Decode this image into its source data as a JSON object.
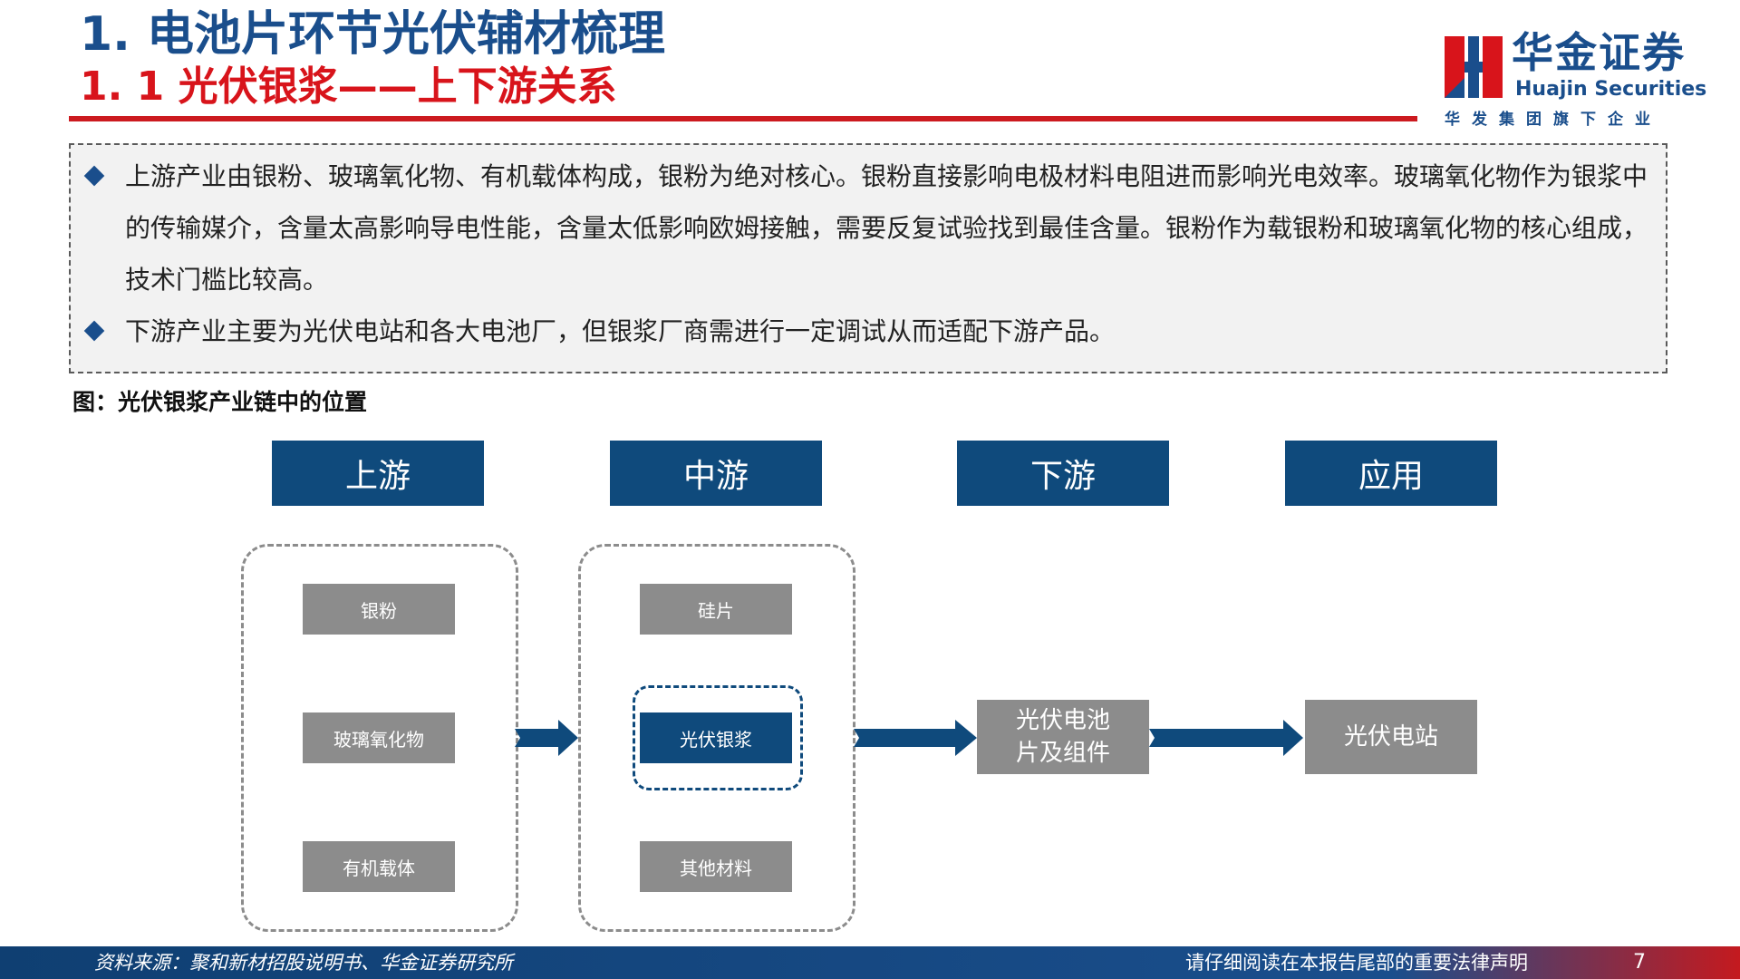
{
  "header": {
    "title": "1. 电池片环节光伏辅材梳理",
    "subtitle": "1. 1  光伏银浆——上下游关系"
  },
  "logo": {
    "name_cn": "华金证券",
    "name_en": "Huajin Securities",
    "tagline": "华发集团旗下企业",
    "color_blue": "#1a4e8c",
    "color_red": "#d8141b"
  },
  "summary": {
    "bullets": [
      "上游产业由银粉、玻璃氧化物、有机载体构成，银粉为绝对核心。银粉直接影响电极材料电阻进而影响光电效率。玻璃氧化物作为银浆中的传输媒介，含量太高影响导电性能，含量太低影响欧姆接触，需要反复试验找到最佳含量。银粉作为载银粉和玻璃氧化物的核心组成，技术门槛比较高。",
      "下游产业主要为光伏电站和各大电池厂，但银浆厂商需进行一定调试从而适配下游产品。"
    ]
  },
  "figure": {
    "caption": "图：光伏银浆产业链中的位置",
    "stages": [
      "上游",
      "中游",
      "下游",
      "应用"
    ],
    "upstream_items": [
      "银粉",
      "玻璃氧化物",
      "有机载体"
    ],
    "midstream_items": [
      "硅片",
      "光伏银浆",
      "其他材料"
    ],
    "downstream_item": "光伏电池\n片及组件",
    "application_item": "光伏电站",
    "colors": {
      "stage": "#0f4a7c",
      "item": "#8c8c8c",
      "highlight": "#0f4a7c"
    }
  },
  "footer": {
    "source": "资料来源：聚和新材招股说明书、华金证券研究所",
    "disclaimer": "请仔细阅读在本报告尾部的重要法律声明",
    "page": "7"
  }
}
